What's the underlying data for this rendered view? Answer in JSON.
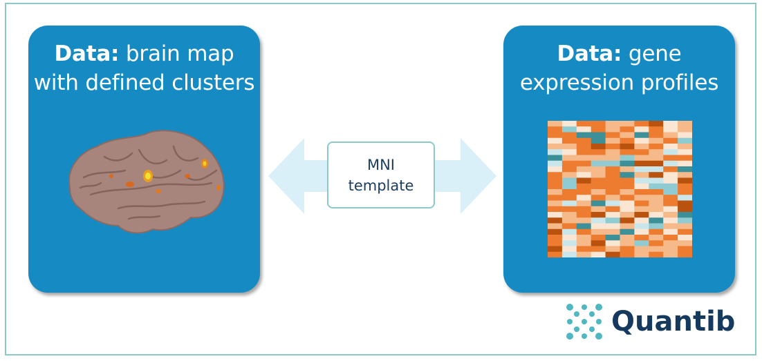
{
  "left_panel": {
    "title_bold": "Data:",
    "title_line1_rest": " brain map",
    "title_line2": "with defined clusters"
  },
  "right_panel": {
    "title_bold": "Data:",
    "title_line1_rest": " gene",
    "title_line2": "expression profiles"
  },
  "center": {
    "line1": "MNI",
    "line2": "template"
  },
  "logo": {
    "text": "Quantib"
  },
  "colors": {
    "panel": "#168bc3",
    "arrow": "#d9f0f8",
    "frame_border": "#8cc8c8",
    "logo_text": "#163a5e",
    "heatmap_palette": [
      "#fbe5d3",
      "#f6b98a",
      "#ed7c30",
      "#b8520e",
      "#c9e6ea",
      "#8fcbd1",
      "#3d9097"
    ]
  },
  "icons": [
    "brain-image",
    "gene-heatmap",
    "double-arrow",
    "quantib-logo-mark"
  ]
}
